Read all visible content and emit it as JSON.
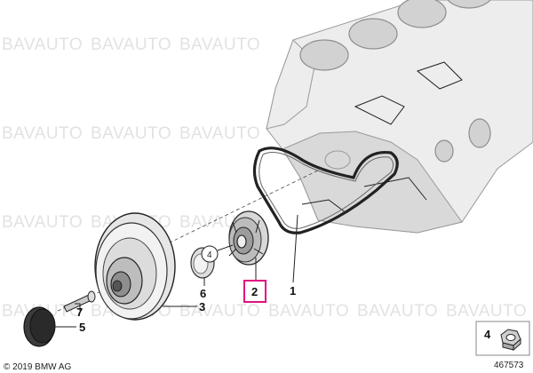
{
  "watermark": {
    "text": "BAVAUTO"
  },
  "callouts": {
    "c1": "1",
    "c2": "2",
    "c3": "3",
    "c4": "4",
    "c5": "5",
    "c6": "6",
    "c7": "7"
  },
  "legend": {
    "item_number": "4"
  },
  "copyright": "© 2019 BMW AG",
  "diagram_number": "467573",
  "highlight_color": "#e0117f"
}
